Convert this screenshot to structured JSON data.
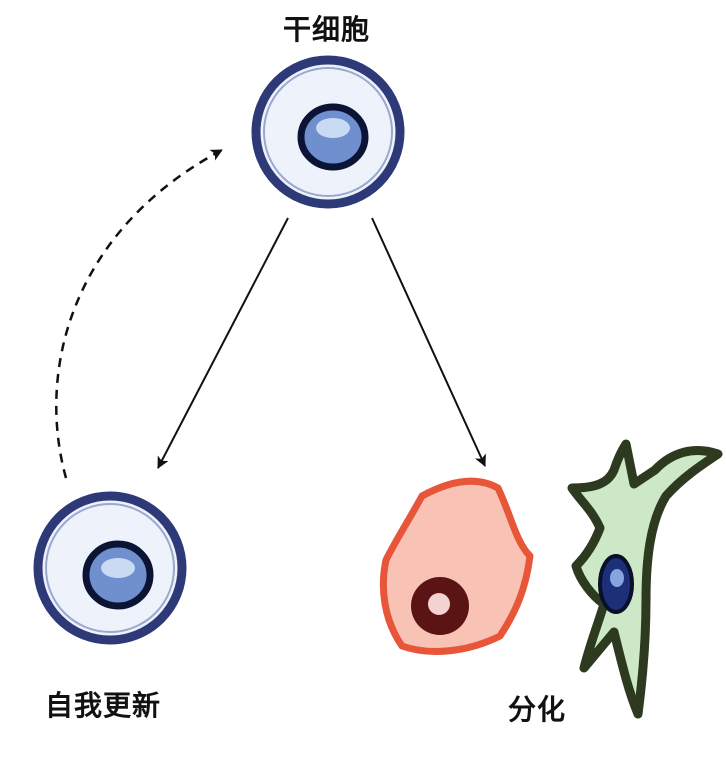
{
  "labels": {
    "stem_cell": "干细胞",
    "self_renewal": "自我更新",
    "differentiation": "分化"
  },
  "colors": {
    "stem_membrane": "#2e3a78",
    "stem_cytoplasm": "#eef2fa",
    "stem_nucleus_ring": "#0c1436",
    "stem_nucleus": "#6f8fce",
    "stem_nucleolus": "#c9dbf3",
    "pink_membrane": "#e8563a",
    "pink_cytoplasm": "#f8c2b4",
    "pink_nucleus": "#5a1414",
    "pink_nucleolus": "#f5d2d2",
    "neuron_outline": "#2d3a20",
    "neuron_cytoplasm": "#cde8c7",
    "neuron_nucleus": "#1d2f78",
    "arrow": "#111111"
  }
}
